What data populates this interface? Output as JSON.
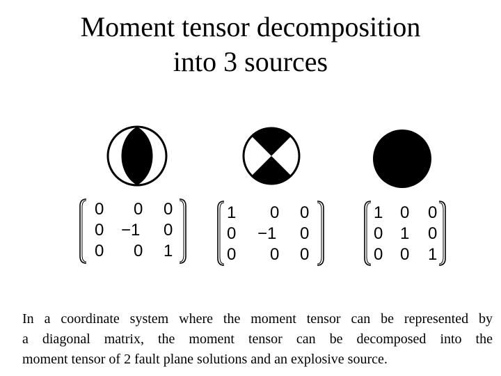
{
  "title": {
    "line1": "Moment tensor decomposition",
    "line2": "into 3 sources"
  },
  "sources": [
    {
      "icon": "double-couple-lens-beachball",
      "matrix": [
        [
          "0",
          "0",
          "0"
        ],
        [
          "0",
          "−1",
          "0"
        ],
        [
          "0",
          "0",
          "1"
        ]
      ]
    },
    {
      "icon": "quadrant-beachball",
      "matrix": [
        [
          "1",
          "0",
          "0"
        ],
        [
          "0",
          "−1",
          "0"
        ],
        [
          "0",
          "0",
          "0"
        ]
      ]
    },
    {
      "icon": "explosive-source-beachball",
      "matrix": [
        [
          "1",
          "0",
          "0"
        ],
        [
          "0",
          "1",
          "0"
        ],
        [
          "0",
          "0",
          "1"
        ]
      ]
    }
  ],
  "caption": {
    "line1": "In a coordinate system where the moment tensor can be represented by",
    "line2": "a diagonal matrix, the moment tensor can be decomposed into  the",
    "line3": "moment tensor of 2 fault plane solutions and an explosive source."
  },
  "colors": {
    "fill": "#000000",
    "background": "#ffffff"
  }
}
